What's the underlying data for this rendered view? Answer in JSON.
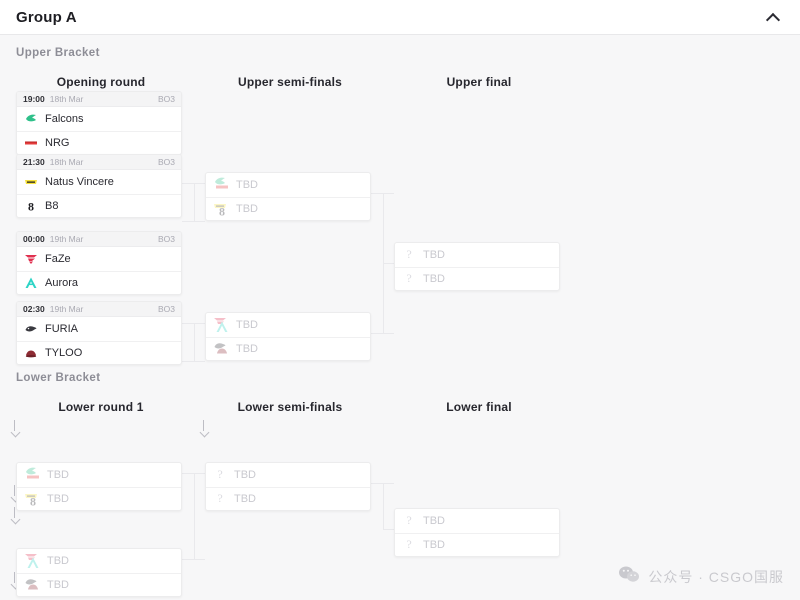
{
  "header": {
    "title": "Group A",
    "collapse_icon": "chevron-up-icon"
  },
  "upper_bracket": {
    "label": "Upper Bracket",
    "rounds": [
      {
        "title": "Opening round"
      },
      {
        "title": "Upper semi-finals"
      },
      {
        "title": "Upper final"
      }
    ],
    "opening_round": [
      {
        "time": "19:00",
        "date": "18th Mar",
        "format": "BO3",
        "teams": [
          {
            "name": "Falcons",
            "logo": "falcons-logo"
          },
          {
            "name": "NRG",
            "logo": "nrg-logo"
          }
        ]
      },
      {
        "time": "21:30",
        "date": "18th Mar",
        "format": "BO3",
        "teams": [
          {
            "name": "Natus Vincere",
            "logo": "navi-logo"
          },
          {
            "name": "B8",
            "logo": "b8-logo"
          }
        ]
      },
      {
        "time": "00:00",
        "date": "19th Mar",
        "format": "BO3",
        "teams": [
          {
            "name": "FaZe",
            "logo": "faze-logo"
          },
          {
            "name": "Aurora",
            "logo": "aurora-logo"
          }
        ]
      },
      {
        "time": "02:30",
        "date": "19th Mar",
        "format": "BO3",
        "teams": [
          {
            "name": "FURIA",
            "logo": "furia-logo"
          },
          {
            "name": "TYLOO",
            "logo": "tyloo-logo"
          }
        ]
      }
    ],
    "semi_finals": [
      {
        "teams": [
          {
            "name": "TBD",
            "logo": "falcons-nrg-stack"
          },
          {
            "name": "TBD",
            "logo": "navi-b8-stack"
          }
        ]
      },
      {
        "teams": [
          {
            "name": "TBD",
            "logo": "faze-aurora-stack"
          },
          {
            "name": "TBD",
            "logo": "furia-tyloo-stack"
          }
        ]
      }
    ],
    "final": {
      "teams": [
        {
          "name": "TBD",
          "logo": "question-icon"
        },
        {
          "name": "TBD",
          "logo": "question-icon"
        }
      ]
    }
  },
  "lower_bracket": {
    "label": "Lower Bracket",
    "rounds": [
      {
        "title": "Lower round 1"
      },
      {
        "title": "Lower semi-finals"
      },
      {
        "title": "Lower final"
      }
    ],
    "round1": [
      {
        "teams": [
          {
            "name": "TBD",
            "logo": "falcons-nrg-stack"
          },
          {
            "name": "TBD",
            "logo": "navi-b8-stack"
          }
        ]
      },
      {
        "teams": [
          {
            "name": "TBD",
            "logo": "faze-aurora-stack"
          },
          {
            "name": "TBD",
            "logo": "furia-tyloo-stack"
          }
        ]
      }
    ],
    "semi_finals": [
      {
        "teams": [
          {
            "name": "TBD",
            "logo": "question-icon"
          },
          {
            "name": "TBD",
            "logo": "question-icon"
          }
        ]
      }
    ],
    "final": {
      "teams": [
        {
          "name": "TBD",
          "logo": "question-icon"
        },
        {
          "name": "TBD",
          "logo": "question-icon"
        }
      ]
    }
  },
  "watermark": {
    "icon": "wechat-icon",
    "text": "公众号 · CSGO国服"
  },
  "colors": {
    "page_background": "#f7f7f8",
    "card_background": "#ffffff",
    "meta_background": "#f4f4f5",
    "text_primary": "#2a2a31",
    "text_muted": "#a9a9b2",
    "tbd_text": "#c9c9cf",
    "connector": "#e9e9ec",
    "falcons": "#2fc08a",
    "nrg": "#e43c3c",
    "navi": "#f5e03c",
    "b8": "#1d1d22",
    "faze": "#e0304f",
    "aurora": "#2ed4c6",
    "furia": "#3a3a40",
    "tyloo": "#8e2b34"
  }
}
